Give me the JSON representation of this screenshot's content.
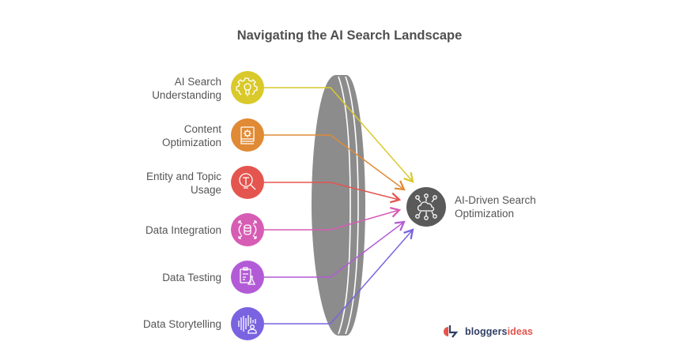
{
  "title": "Navigating the AI Search Landscape",
  "sources": [
    {
      "label_lines": [
        "AI Search",
        "Understanding"
      ],
      "icon": "lightbulb-gear-icon",
      "color": "#d9c92b"
    },
    {
      "label_lines": [
        "Content",
        "Optimization"
      ],
      "icon": "book-gear-icon",
      "color": "#e08a35"
    },
    {
      "label_lines": [
        "Entity and Topic",
        "Usage"
      ],
      "icon": "magnify-text-icon",
      "color": "#e5554f"
    },
    {
      "label_lines": [
        "Data Integration"
      ],
      "icon": "database-expand-icon",
      "color": "#d65cb4"
    },
    {
      "label_lines": [
        "Data Testing"
      ],
      "icon": "clipboard-flask-icon",
      "color": "#b35bd6"
    },
    {
      "label_lines": [
        "Data Storytelling"
      ],
      "icon": "waveform-person-icon",
      "color": "#7a63e0"
    }
  ],
  "lens": {
    "color": "#8c8c8c"
  },
  "target": {
    "label_lines": [
      "AI-Driven Search",
      "Optimization"
    ],
    "icon": "cloud-network-icon",
    "color": "#5a5a5a"
  },
  "logo": {
    "part1": "bloggers",
    "part2": "ideas"
  }
}
